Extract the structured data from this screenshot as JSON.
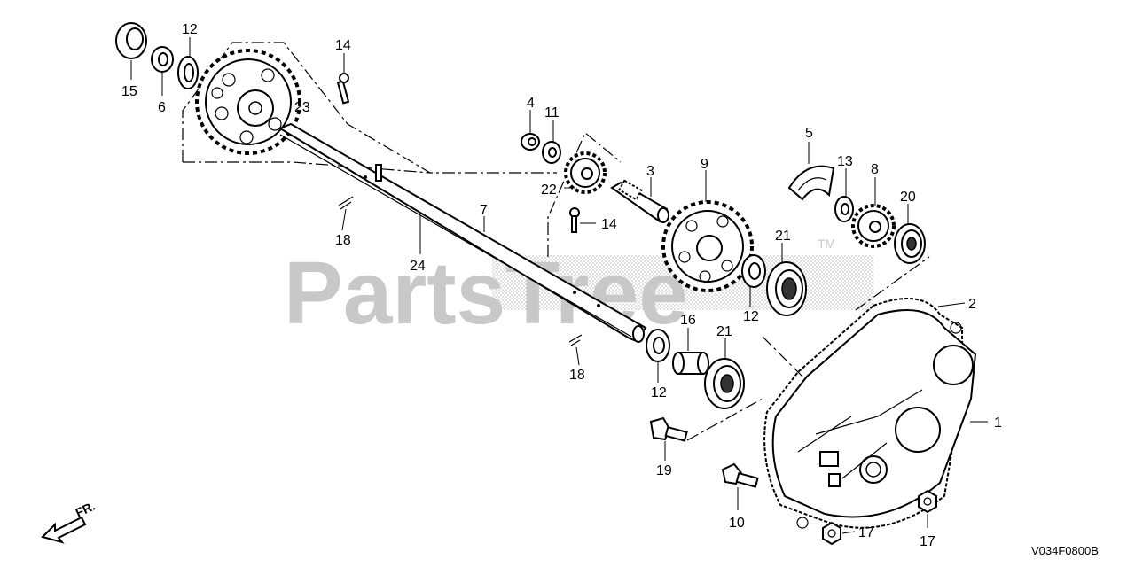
{
  "watermark": {
    "text": "PartsTree",
    "tm": "TM"
  },
  "diagram_code": "V034F0800B",
  "direction_label": "FR.",
  "callouts": {
    "c1": "1",
    "c2": "2",
    "c3": "3",
    "c4": "4",
    "c5": "5",
    "c6": "6",
    "c7": "7",
    "c8": "8",
    "c9": "9",
    "c10": "10",
    "c11": "11",
    "c12a": "12",
    "c12b": "12",
    "c12c": "12",
    "c13": "13",
    "c14a": "14",
    "c14b": "14",
    "c15": "15",
    "c16": "16",
    "c17a": "17",
    "c17b": "17",
    "c18a": "18",
    "c18b": "18",
    "c19": "19",
    "c20": "20",
    "c21a": "21",
    "c21b": "21",
    "c22": "22",
    "c23": "23",
    "c24": "24"
  }
}
